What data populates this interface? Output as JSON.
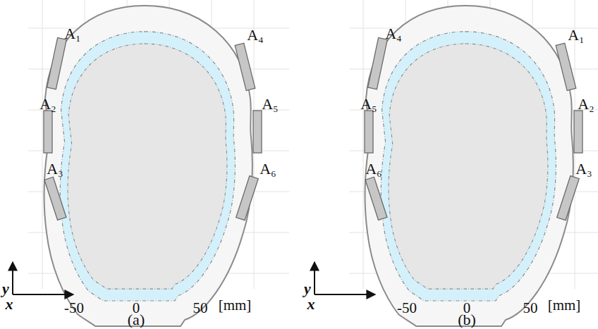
{
  "diagram": {
    "labels": [
      "A₁",
      "A₂",
      "A₃",
      "A₄",
      "A₅",
      "A₆",
      "y",
      "x",
      "-50",
      "0",
      "50",
      "[mm]",
      "(a)",
      "A₄",
      "A₁",
      "A₅",
      "A₂",
      "A₆",
      "A₃",
      "y",
      "x",
      "-50",
      "0",
      "50",
      "[mm]",
      "(b)"
    ]
  }
}
